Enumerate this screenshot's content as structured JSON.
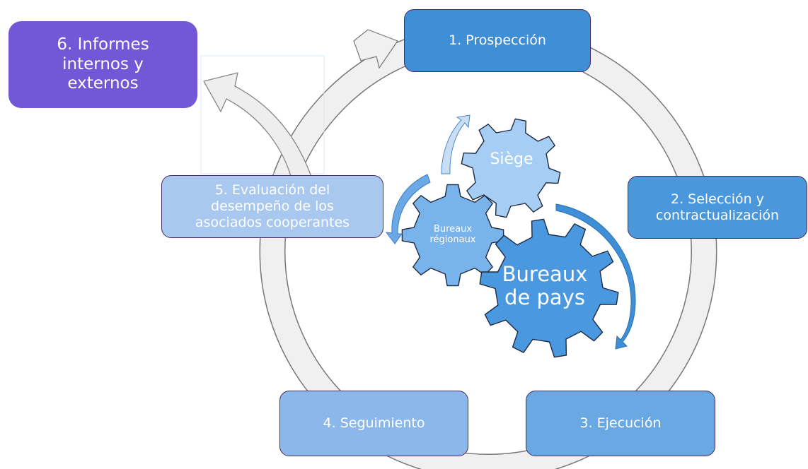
{
  "diagram": {
    "cycle_steps": [
      {
        "id": 1,
        "label": "1. Prospección",
        "color": "#3f8fd6"
      },
      {
        "id": 2,
        "label": "2. Selección y\ncontractualización",
        "color": "#4a97dc"
      },
      {
        "id": 3,
        "label": "3. Ejecución",
        "color": "#6aa8e4"
      },
      {
        "id": 4,
        "label": "4. Seguimiento",
        "color": "#8cb7ea"
      },
      {
        "id": 5,
        "label": "5. Evaluación del\ndesempeño de los\nasociados cooperantes",
        "color": "#a9c8f0"
      }
    ],
    "external_step": {
      "label": "6. Informes\ninternos y\nexternos",
      "color": "#7357d7"
    },
    "gears": [
      {
        "label": "Siège",
        "color": "#a6cdf3"
      },
      {
        "label": "Bureaux\nrégionaux",
        "color": "#79b3ec"
      },
      {
        "label": "Bureaux\nde pays",
        "color": "#4a98e0"
      }
    ],
    "ring_color": "#f0f0f0",
    "outline_color": "#4a2b63"
  }
}
